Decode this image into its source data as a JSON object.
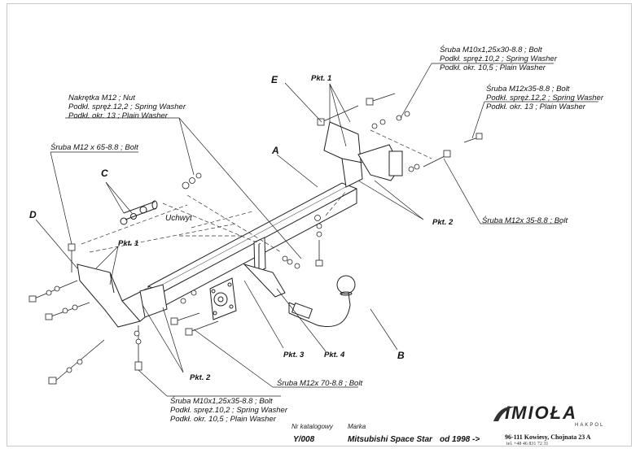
{
  "labels": {
    "top_right_1": [
      "Śruba M10x1,25x30-8.8 ;  Bolt",
      "Podkł. spręż.10,2 ; Spring Washer",
      "Podkł. okr. 10,5 ; Plain Washer"
    ],
    "top_right_2": [
      "Śruba M12x35-8.8 ;  Bolt",
      "Podkł. spręż.12,2 ; Spring Washer",
      "Podkł. okr. 13 ; Plain Washer"
    ],
    "top_left": [
      "Nakrętka M12 ; Nut",
      "Podkł. spręż.12,2 ; Spring Washer",
      "Podkł. okr. 13 ; Plain Washer"
    ],
    "bolt_65": "Śruba M12 x 65-8.8 ; Bolt",
    "bolt_35_right": "Śruba M12x 35-8.8 ; Bolt",
    "bolt_70": "Śruba M12x 70-8.8 ; Bolt",
    "bottom": [
      "Śruba M10x1,25x35-8.8 ;  Bolt",
      "Podkł. spręż.10,2 ; Spring Washer",
      "Podkł. okr. 10,5 ; Plain Washer"
    ],
    "uchwyt": "Uchwyt"
  },
  "letters": {
    "a": "A",
    "b": "B",
    "c": "C",
    "d": "D",
    "e": "E"
  },
  "pkt": {
    "p1": "Pkt. 1",
    "p2": "Pkt. 2",
    "p3": "Pkt. 3",
    "p4": "Pkt. 4"
  },
  "footer": {
    "catalog_label": "Nr katalogowy",
    "catalog_no": "Y/008",
    "brand_label": "Marka",
    "brand": "Mitsubishi Space Star",
    "since": "od 1998 ->",
    "address": "96-111 Kowiesy, Chojnata 23 A",
    "phone": "tel. +48 46 831 72 31",
    "logo": "IMIOŁA",
    "logo_sub": "HAKPOL"
  }
}
